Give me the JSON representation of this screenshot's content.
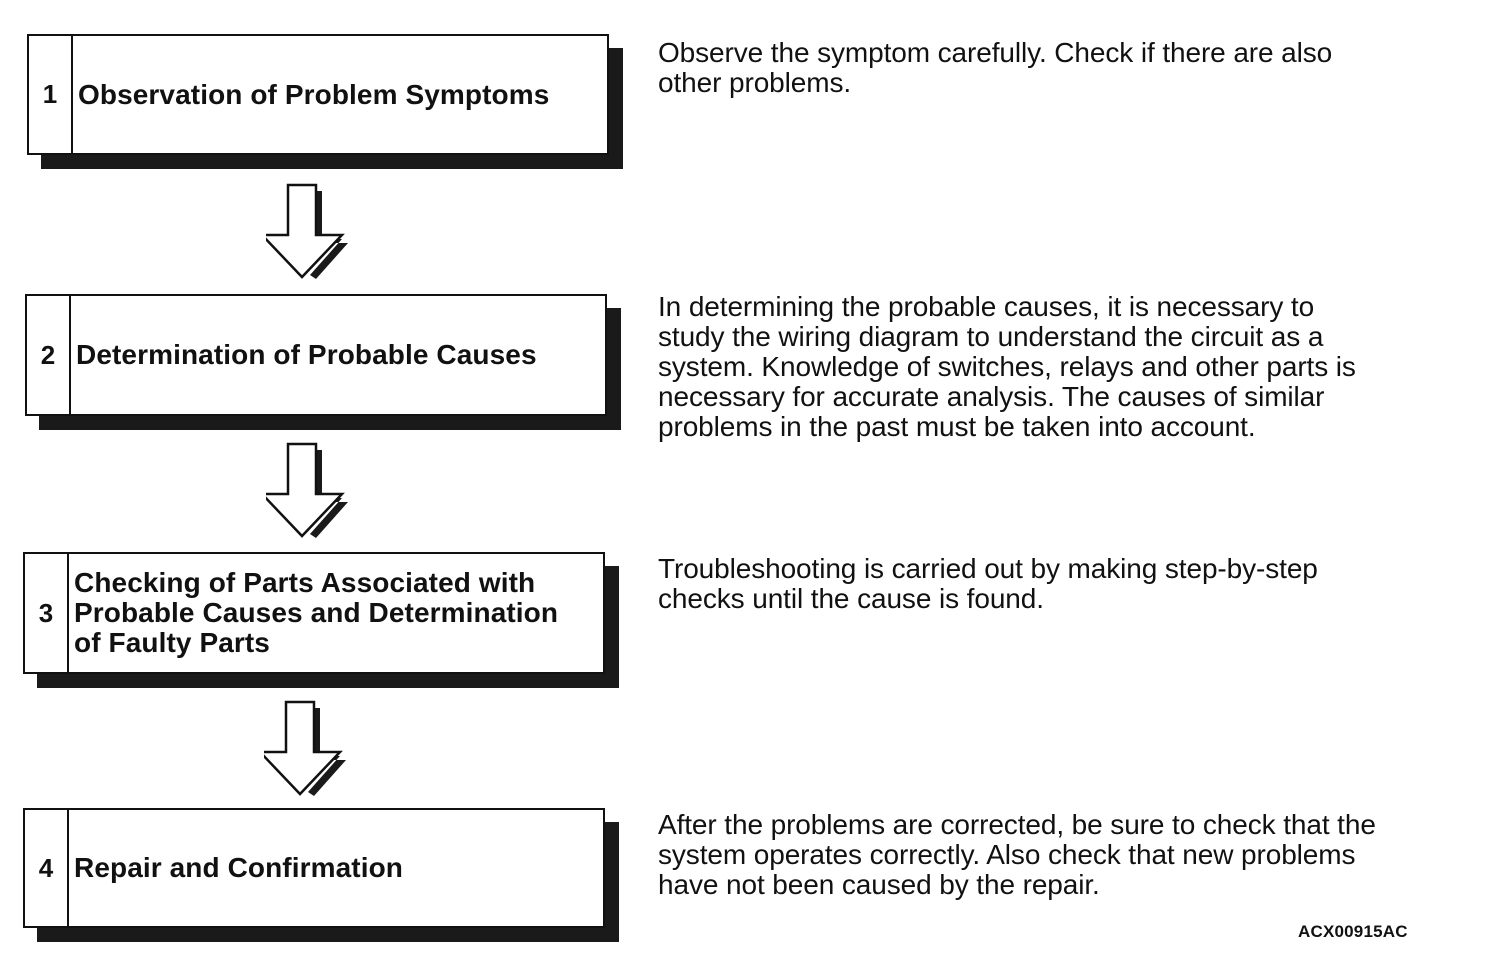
{
  "steps": [
    {
      "number": "1",
      "title": "Observation of Problem Symptoms",
      "description": "Observe the symptom carefully. Check if there are also\nother problems."
    },
    {
      "number": "2",
      "title": "Determination of Probable Causes",
      "description": "In determining the probable causes, it is necessary to\nstudy the wiring diagram to understand the circuit as a\nsystem. Knowledge of switches, relays and other parts is\nnecessary for accurate analysis. The causes of similar\nproblems in the past must be taken into account."
    },
    {
      "number": "3",
      "title": "Checking of Parts Associated with\nProbable Causes and Determination\nof Faulty Parts",
      "description": "Troubleshooting is carried out by making step-by-step\nchecks until the cause is found."
    },
    {
      "number": "4",
      "title": "Repair and Confirmation",
      "description": "After the problems are corrected, be sure to check that the\nsystem operates correctly. Also check that new problems\nhave not been caused by the repair."
    }
  ],
  "figure_code": "ACX00915AC"
}
